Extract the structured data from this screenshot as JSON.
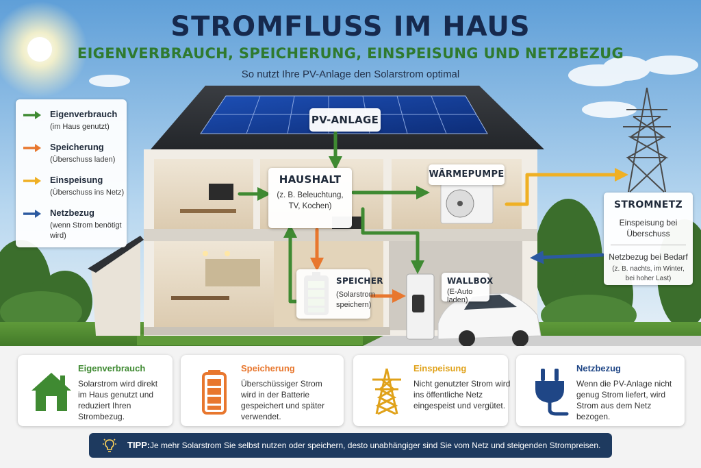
{
  "header": {
    "title": "STROMFLUSS IM HAUS",
    "subtitle": "EIGENVERBRAUCH, SPEICHERUNG, EINSPEISUNG UND NETZBEZUG",
    "tagline": "So nutzt Ihre PV-Anlage den Solarstrom optimal"
  },
  "colors": {
    "eigenverbrauch": "#3f8a32",
    "speicherung": "#e8772e",
    "einspeisung": "#efb024",
    "netzbezug": "#2c5aa0",
    "title": "#16294d"
  },
  "legend": {
    "items": [
      {
        "title": "Eigenverbrauch",
        "desc": "(im Haus genutzt)",
        "color": "#3f8a32"
      },
      {
        "title": "Speicherung",
        "desc": "(Überschuss laden)",
        "color": "#e8772e"
      },
      {
        "title": "Einspeisung",
        "desc": "(Überschuss ins Netz)",
        "color": "#efb024"
      },
      {
        "title": "Netzbezug",
        "desc": "(wenn Strom benötigt wird)",
        "color": "#2c5aa0"
      }
    ]
  },
  "diagram": {
    "pv": "PV-ANLAGE",
    "haushalt": {
      "title": "HAUSHALT",
      "desc_line1": "(z. B. Beleuchtung,",
      "desc_line2": "TV, Kochen)"
    },
    "waermepumpe": "WÄRMEPUMPE",
    "speicher": {
      "title": "SPEICHER",
      "desc_line1": "(Solarstrom",
      "desc_line2": "speichern)"
    },
    "wallbox": {
      "title": "WALLBOX",
      "desc": "(E-Auto laden)"
    },
    "stromnetz": {
      "title": "STROMNETZ",
      "einspeisung_line1": "Einspeisung bei",
      "einspeisung_line2": "Überschuss",
      "netzbezug": "Netzbezug bei Bedarf",
      "netzbezug_note_line1": "(z. B. nachts, im Winter,",
      "netzbezug_note_line2": "bei hoher Last)"
    }
  },
  "cards": [
    {
      "icon": "house-icon",
      "title": "Eigenverbrauch",
      "color": "#3f8a32",
      "lines": [
        "Solarstrom wird direkt",
        "im Haus genutzt und",
        "reduziert Ihren Strombezug."
      ]
    },
    {
      "icon": "battery-icon",
      "title": "Speicherung",
      "color": "#e8772e",
      "lines": [
        "Überschüssiger Strom",
        "wird in der Batterie",
        "gespeichert und später",
        "verwendet."
      ]
    },
    {
      "icon": "pylon-icon",
      "title": "Einspeisung",
      "color": "#e0a21a",
      "lines": [
        "Nicht genutzter Strom wird",
        "ins öffentliche Netz",
        "eingespeist und vergütet."
      ]
    },
    {
      "icon": "plug-icon",
      "title": "Netzbezug",
      "color": "#2c5aa0",
      "lines": [
        "Wenn die PV-Anlage nicht",
        "genug Strom liefert, wird",
        "Strom aus dem Netz",
        "bezogen."
      ]
    }
  ],
  "tip": {
    "label": "TIPP:",
    "text": "Je mehr Solarstrom Sie selbst nutzen oder speichern, desto unabhängiger sind Sie vom Netz und steigenden Strompreisen."
  }
}
